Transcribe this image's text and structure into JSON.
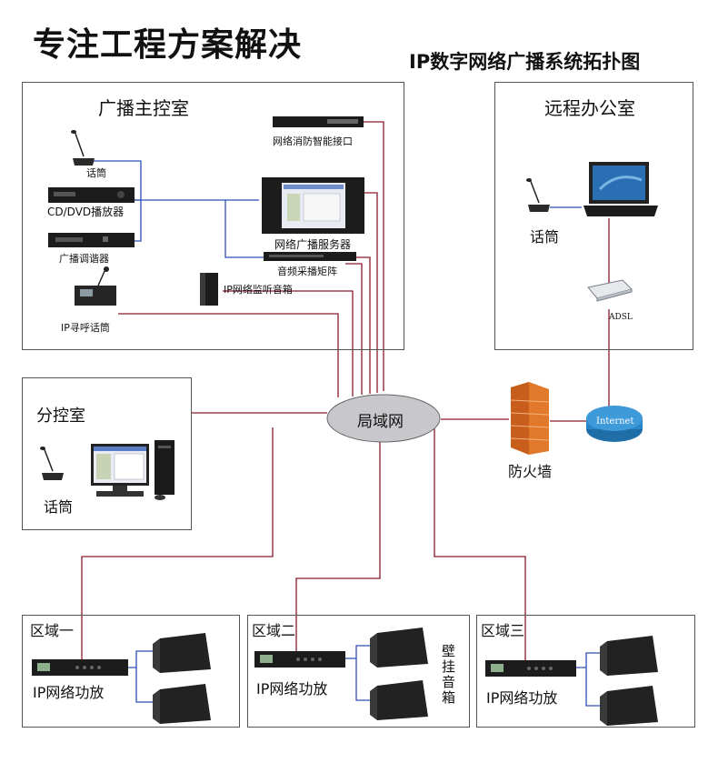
{
  "header": {
    "slogan": "专注工程方案解决",
    "diagram_title": "IP数字网络广播系统拓扑图"
  },
  "rooms": {
    "main_control": "广播主控室",
    "remote_office": "远程办公室",
    "sub_control": "分控室"
  },
  "main_devices": {
    "mic": "话筒",
    "cd_dvd": "CD/DVD播放器",
    "tuner": "广播调谐器",
    "ip_paging_mic": "IP寻呼话筒",
    "fire_interface": "网络消防智能接口",
    "broadcast_server": "网络广播服务器",
    "audio_matrix": "音频采播矩阵",
    "monitor_speaker": "IP网络监听音箱"
  },
  "remote_devices": {
    "mic": "话筒",
    "adsl": "ADSL"
  },
  "sub_devices": {
    "mic": "话筒"
  },
  "network": {
    "lan": "局域网",
    "firewall": "防火墙",
    "internet": "Internet"
  },
  "zones": [
    {
      "name": "区域一",
      "amp": "IP网络功放"
    },
    {
      "name": "区域二",
      "amp": "IP网络功放"
    },
    {
      "name": "区域三",
      "amp": "IP网络功放"
    }
  ],
  "wall_speaker_label": "壁挂音箱",
  "colors": {
    "link_red": "#8b1a2a",
    "link_blue": "#2d4fb8",
    "device_dark": "#1c1c1c",
    "lan_fill": "#c8c8cc",
    "internet_blue": "#2a86c8",
    "firewall_orange": "#e07a2a"
  }
}
